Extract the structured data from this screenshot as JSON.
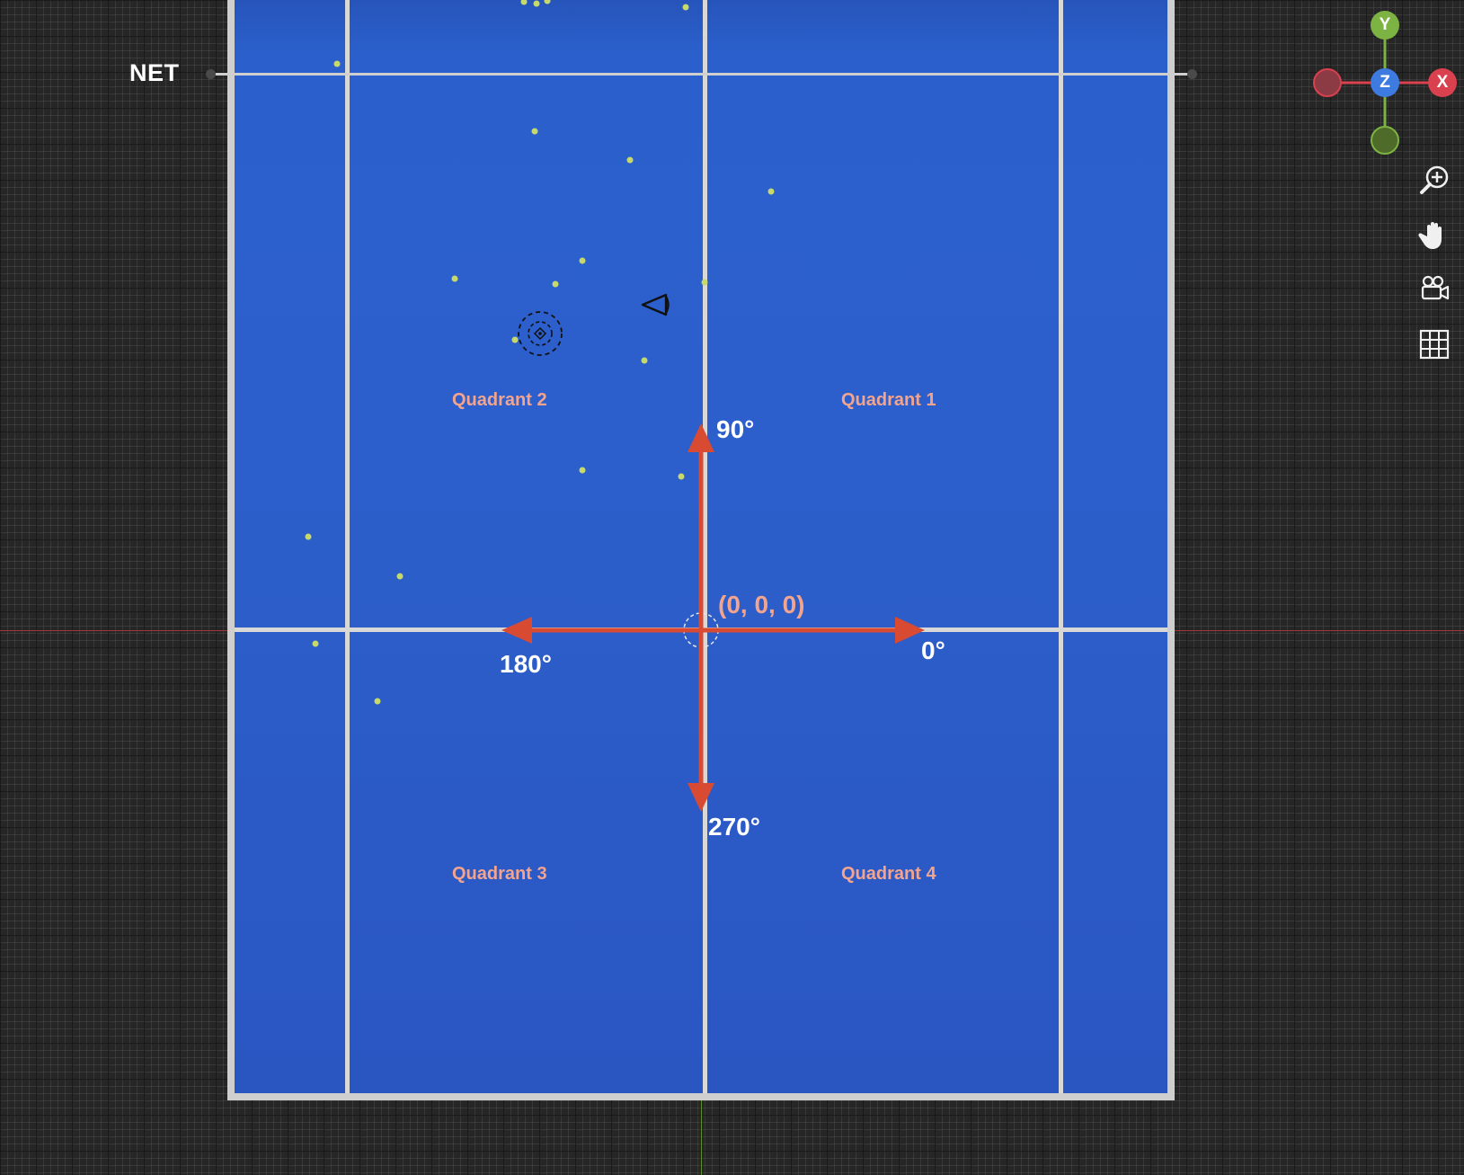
{
  "viewport": {
    "net_label": "NET",
    "quadrants": {
      "q1": "Quadrant 1",
      "q2": "Quadrant 2",
      "q3": "Quadrant 3",
      "q4": "Quadrant 4"
    },
    "angles": {
      "deg0": "0°",
      "deg90": "90°",
      "deg180": "180°",
      "deg270": "270°"
    },
    "origin_label": "(0, 0, 0)",
    "colors": {
      "court": "#2c5fcb",
      "court_lines": "#d8d8d8",
      "direction_arrows": "#d94a33",
      "quadrant_text": "#f2a48e",
      "ball_marks": "#c6d96a",
      "x_axis": "#d9414e",
      "y_axis": "#7cb342",
      "z_axis": "#3d7be0"
    }
  },
  "gizmo": {
    "x_label": "X",
    "y_label": "Y",
    "z_label": "Z"
  },
  "toolbar": {
    "icons": [
      "zoom-icon",
      "pan-hand-icon",
      "camera-icon",
      "grid-icon"
    ]
  }
}
